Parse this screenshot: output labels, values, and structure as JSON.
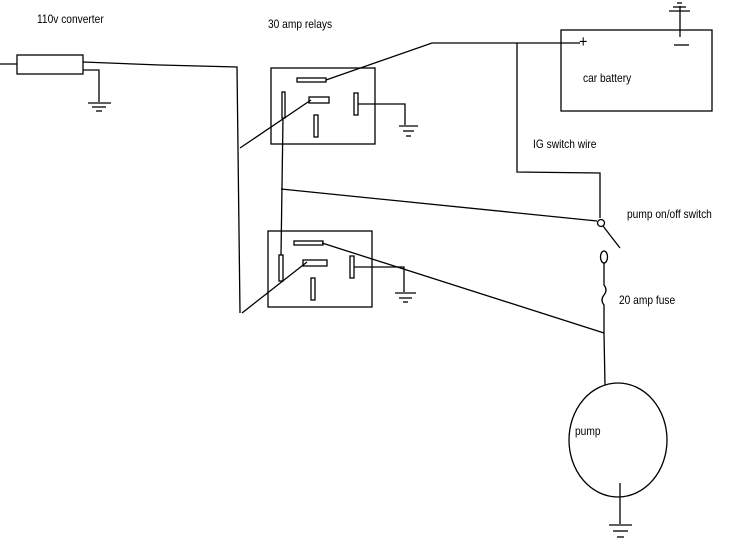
{
  "labels": {
    "converter": "110v converter",
    "relays": "30 amp relays",
    "battery": "car battery",
    "battery_plus": "+",
    "ig_wire": "IG switch wire",
    "pump_switch": "pump on/off switch",
    "fuse": "20 amp fuse",
    "pump": "pump"
  },
  "colors": {
    "line": "#000000",
    "background": "#ffffff"
  }
}
